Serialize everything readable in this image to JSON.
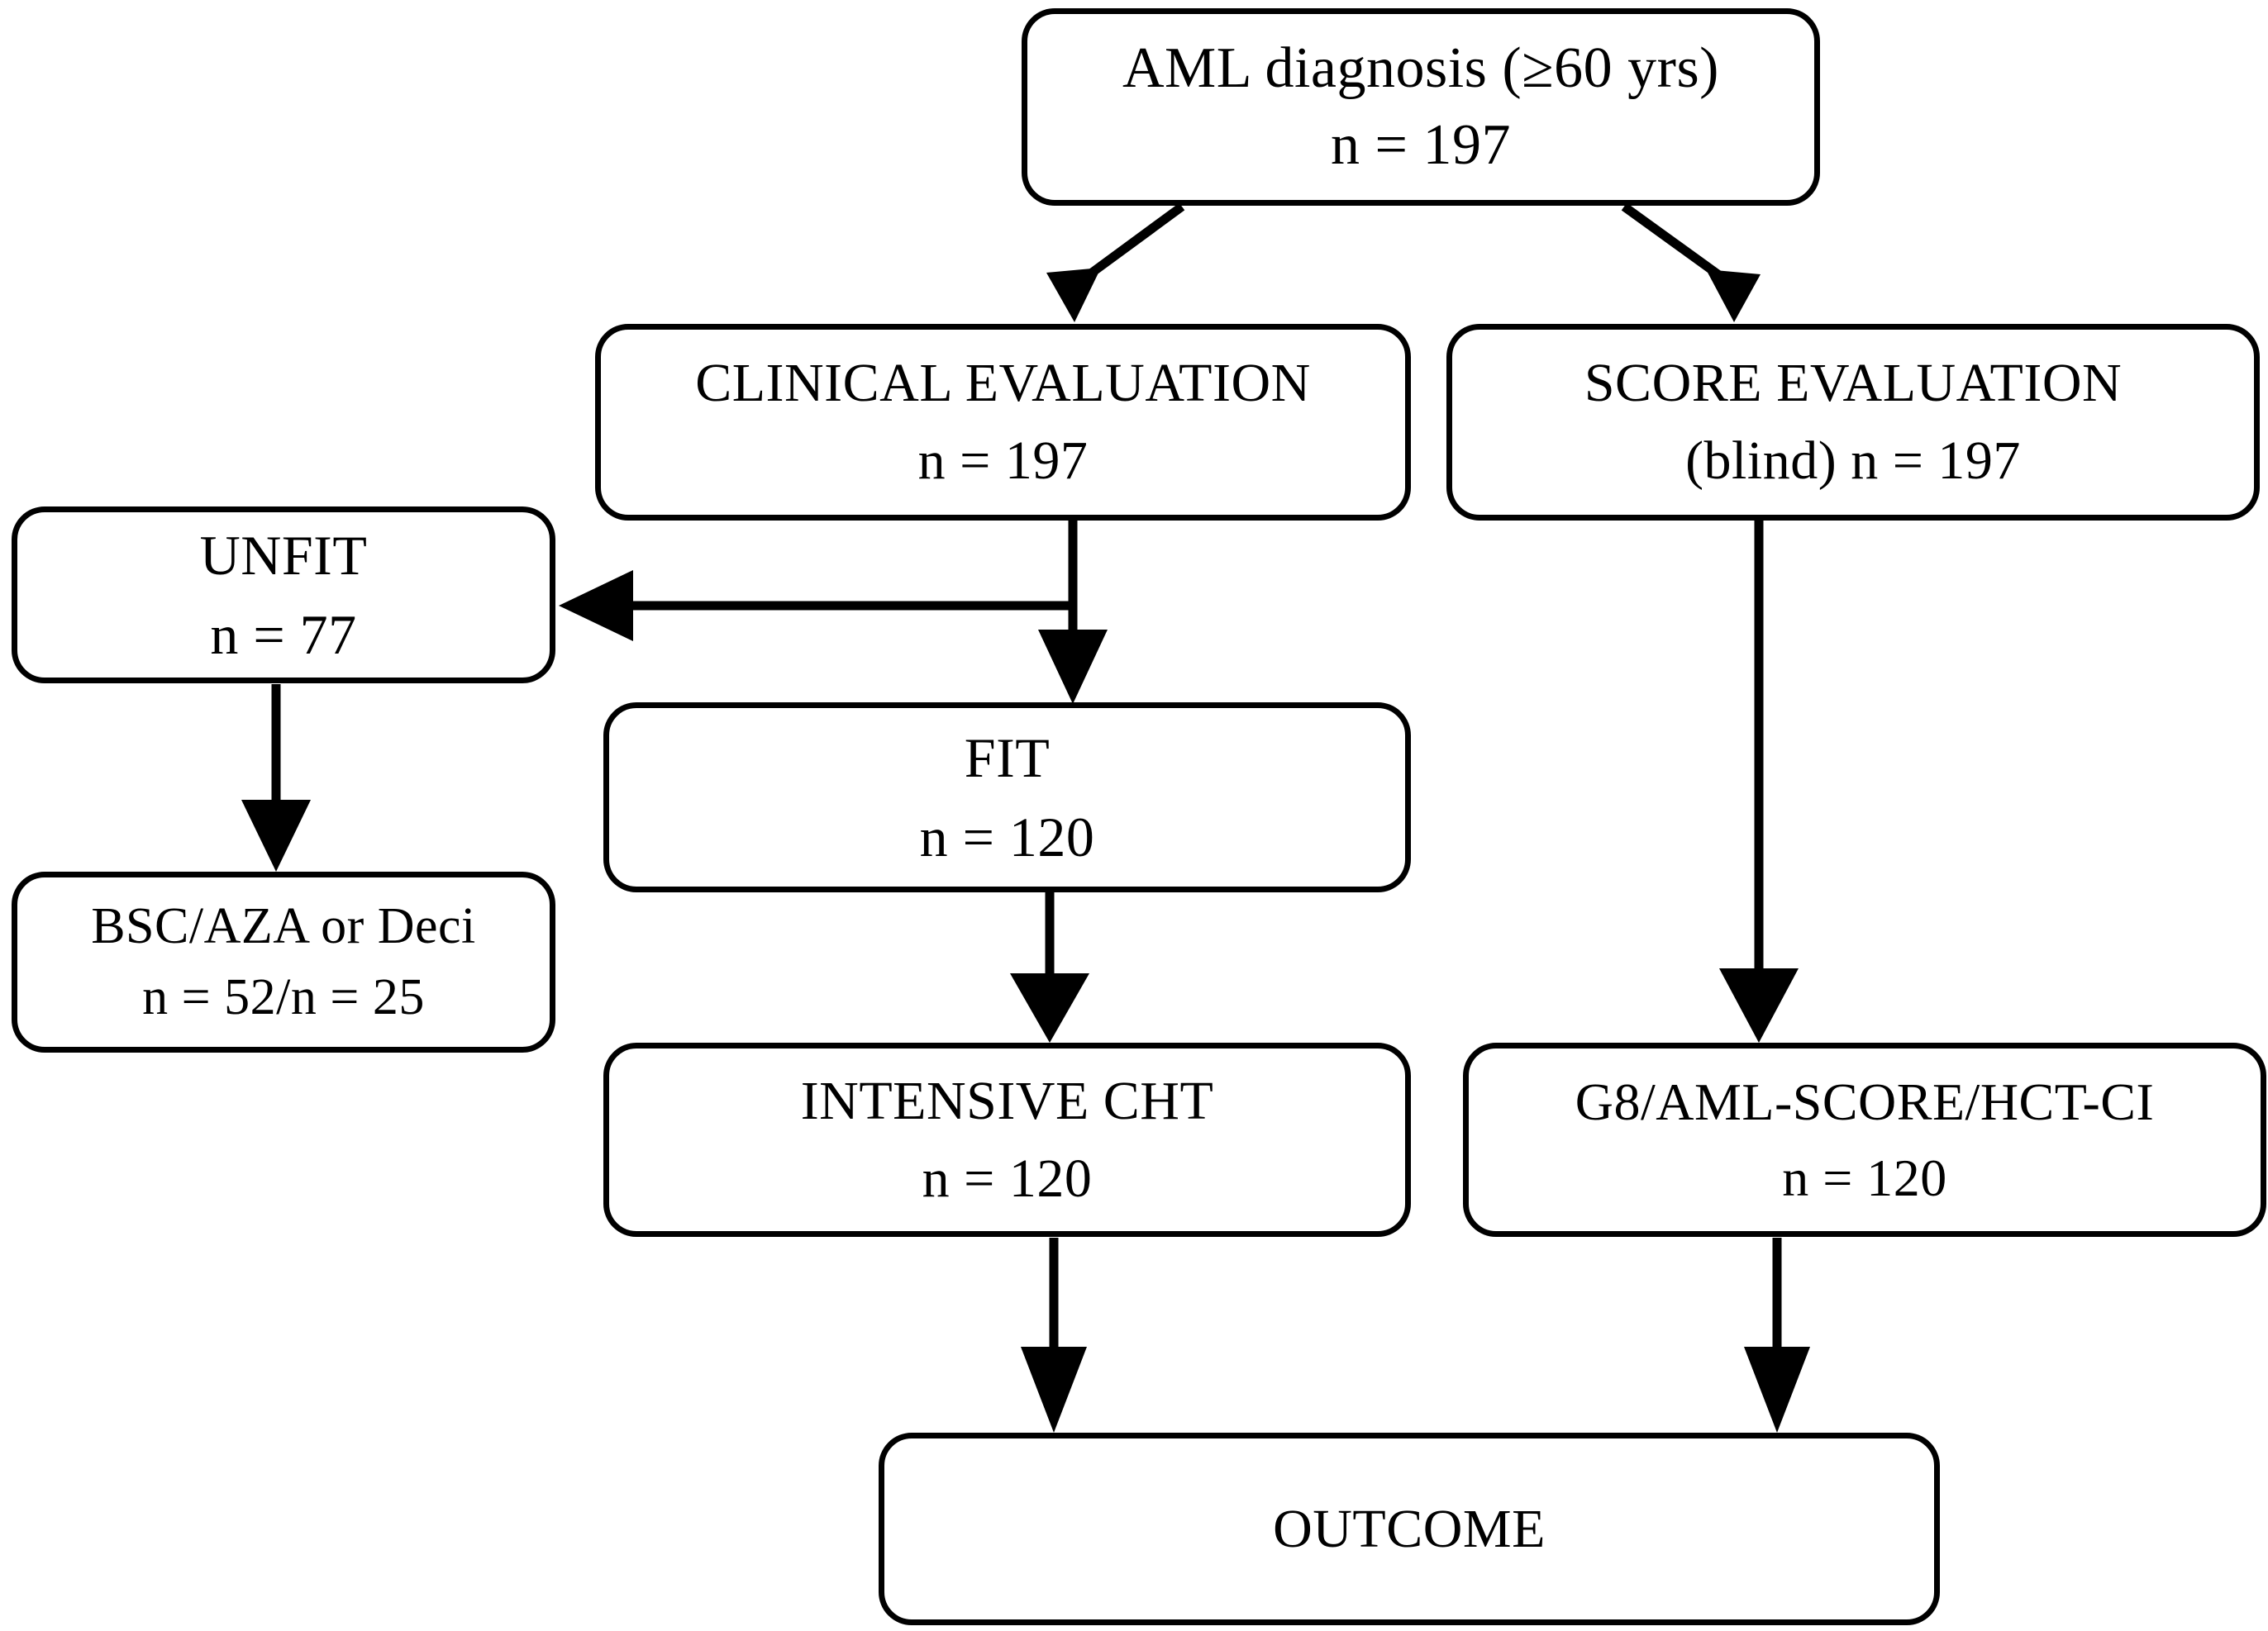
{
  "diagram": {
    "title": "AML diagnosis study flow",
    "stroke_color": "#000000",
    "background_color": "#ffffff",
    "nodes": {
      "aml": {
        "line1": "AML diagnosis (≥60 yrs)",
        "line2": "n = 197"
      },
      "clinical": {
        "line1": "CLINICAL EVALUATION",
        "line2": "n = 197"
      },
      "score": {
        "line1": "SCORE EVALUATION",
        "line2": "(blind) n = 197"
      },
      "unfit": {
        "line1": "UNFIT",
        "line2": "n = 77"
      },
      "fit": {
        "line1": "FIT",
        "line2": "n = 120"
      },
      "bsc": {
        "line1": "BSC/AZA or Deci",
        "line2": "n = 52/n = 25"
      },
      "intensive": {
        "line1": "INTENSIVE CHT",
        "line2": "n = 120"
      },
      "g8": {
        "line1": "G8/AML-SCORE/HCT-CI",
        "line2": "n = 120"
      },
      "outcome": {
        "line1": "OUTCOME",
        "line2": ""
      }
    },
    "edges": [
      {
        "id": "aml-to-clinical",
        "from": "aml",
        "to": "clinical",
        "style": "diagonal-arrow"
      },
      {
        "id": "aml-to-score",
        "from": "aml",
        "to": "score",
        "style": "diagonal-arrow"
      },
      {
        "id": "clinical-to-unfit",
        "from": "clinical",
        "to": "unfit",
        "style": "elbow-left-arrow"
      },
      {
        "id": "clinical-to-fit",
        "from": "clinical",
        "to": "fit",
        "style": "vertical-arrow"
      },
      {
        "id": "unfit-to-bsc",
        "from": "unfit",
        "to": "bsc",
        "style": "vertical-arrow"
      },
      {
        "id": "fit-to-intensive",
        "from": "fit",
        "to": "intensive",
        "style": "vertical-arrow"
      },
      {
        "id": "score-to-g8",
        "from": "score",
        "to": "g8",
        "style": "vertical-arrow"
      },
      {
        "id": "intensive-to-outcome",
        "from": "intensive",
        "to": "outcome",
        "style": "vertical-arrow"
      },
      {
        "id": "g8-to-outcome",
        "from": "g8",
        "to": "outcome",
        "style": "vertical-arrow"
      }
    ]
  }
}
